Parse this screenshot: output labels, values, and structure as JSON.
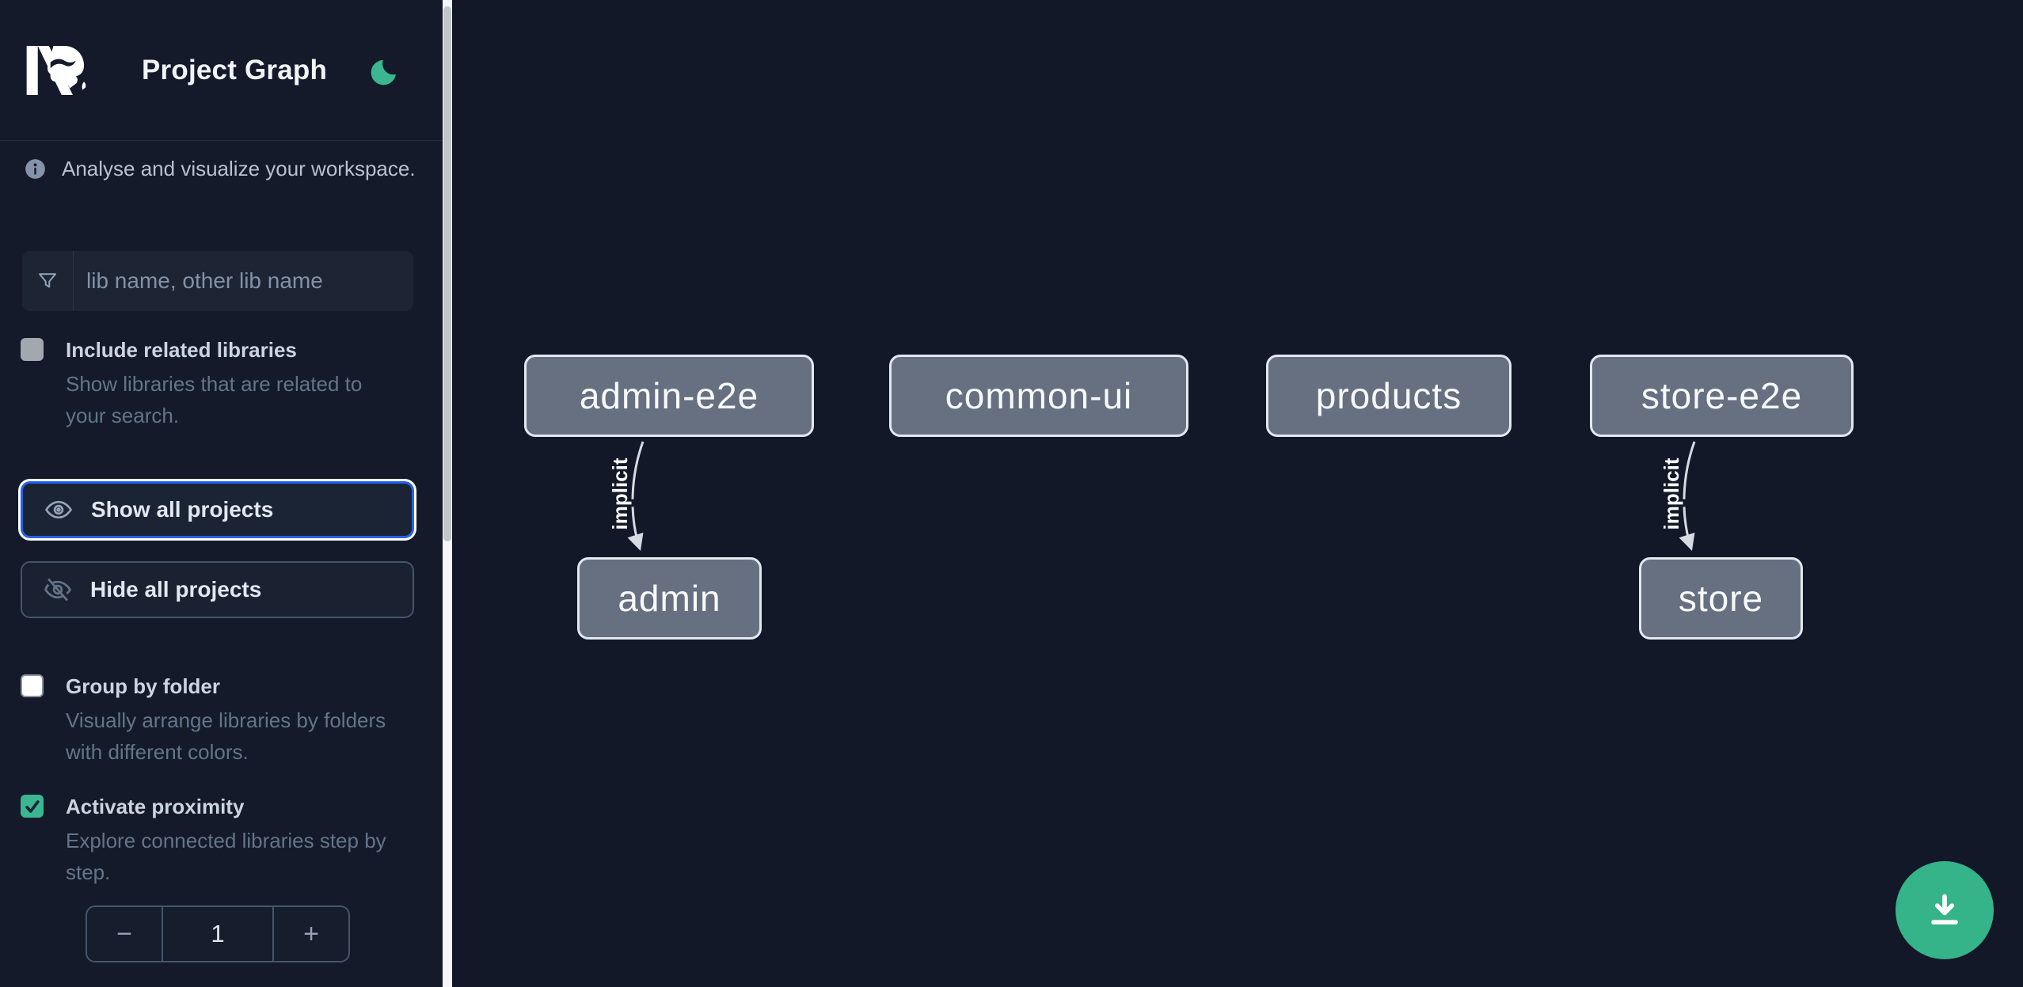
{
  "app": {
    "title": "Project Graph"
  },
  "colors": {
    "accent_green": "#3bb690",
    "focus_blue": "#2563eb",
    "node_fill": "#677080",
    "node_border": "#e2e8f0",
    "edge": "#d6dbe3",
    "sidebar_bg": "#141a29",
    "canvas_bg": "#121827"
  },
  "sidebar": {
    "tagline": "Analyse and visualize your workspace.",
    "search": {
      "placeholder": "lib name, other lib name"
    },
    "include_related": {
      "label": "Include related libraries",
      "description": "Show libraries that are related to your search.",
      "checked": false
    },
    "buttons": {
      "show_all": "Show all projects",
      "hide_all": "Hide all projects"
    },
    "group_by_folder": {
      "label": "Group by folder",
      "description": "Visually arrange libraries by folders with different colors.",
      "checked": false
    },
    "proximity": {
      "label": "Activate proximity",
      "description": "Explore connected libraries step by step.",
      "checked": true,
      "value": "1",
      "decrease_label": "−",
      "increase_label": "+"
    }
  },
  "graph": {
    "nodes": [
      {
        "label": "admin-e2e"
      },
      {
        "label": "common-ui"
      },
      {
        "label": "products"
      },
      {
        "label": "store-e2e"
      },
      {
        "label": "admin"
      },
      {
        "label": "store"
      }
    ],
    "edges": [
      {
        "from": "admin-e2e",
        "to": "admin",
        "label": "implicit"
      },
      {
        "from": "store-e2e",
        "to": "store",
        "label": "implicit"
      }
    ]
  }
}
